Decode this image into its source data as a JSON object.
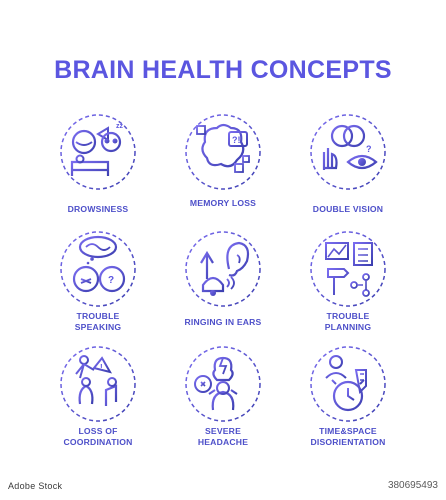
{
  "title": "BRAIN HEALTH CONCEPTS",
  "accent_color": "#5b56e0",
  "gradient": [
    "#3c3fb0",
    "#7a6cf0"
  ],
  "concepts": [
    {
      "label": "DROWSINESS",
      "icon": "drowsiness-icon"
    },
    {
      "label": "MEMORY LOSS",
      "icon": "memory-loss-icon"
    },
    {
      "label": "DOUBLE VISION",
      "icon": "double-vision-icon"
    },
    {
      "label": "TROUBLE\nSPEAKING",
      "icon": "trouble-speaking-icon"
    },
    {
      "label": "RINGING IN EARS",
      "icon": "ringing-in-ears-icon"
    },
    {
      "label": "TROUBLE\nPLANNING",
      "icon": "trouble-planning-icon"
    },
    {
      "label": "LOSS OF\nCOORDINATION",
      "icon": "loss-of-coordination-icon"
    },
    {
      "label": "SEVERE\nHEADACHE",
      "icon": "severe-headache-icon"
    },
    {
      "label": "TIME&SPACE\nDISORIENTATION",
      "icon": "time-space-disorientation-icon"
    }
  ],
  "stock_id": "380695493"
}
